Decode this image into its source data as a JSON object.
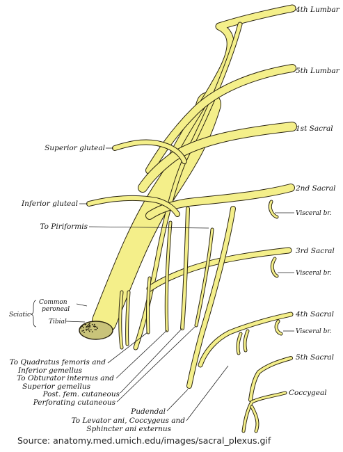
{
  "colors": {
    "nerve": "#f4ef8a",
    "outline": "#2a2410",
    "text": "#111111"
  },
  "labels": {
    "lumbar4": "4th Lumbar",
    "lumbar5": "5th Lumbar",
    "sacral1": "1st Sacral",
    "sacral2": "2nd Sacral",
    "sacral3": "3rd Sacral",
    "sacral4": "4th Sacral",
    "sacral5": "5th Sacral",
    "coccygeal": "Coccygeal",
    "visceral1": "Visceral br.",
    "visceral2": "Visceral br.",
    "visceral3": "Visceral br.",
    "superior_gluteal": "Superior gluteal",
    "inferior_gluteal": "Inferior gluteal",
    "to_piriformis": "To Piriformis",
    "sciatic": "Sciatic",
    "common_peroneal_1": "Common",
    "common_peroneal_2": "peroneal",
    "tibial": "Tibial",
    "quadratus_1": "To Quadratus femoris and",
    "quadratus_2": "Inferior gemellus",
    "obturator_1": "To Obturator internus and",
    "obturator_2": "Superior gemellus",
    "post_fem": "Post. fem. cutaneous",
    "perforating": "Perforating cutaneous",
    "pudendal": "Pudendal",
    "levator_1": "To Levator ani, Coccygeus and",
    "levator_2": "Sphincter ani externus"
  },
  "source": "Source: anatomy.med.umich.edu/images/sacral_plexus.gif"
}
